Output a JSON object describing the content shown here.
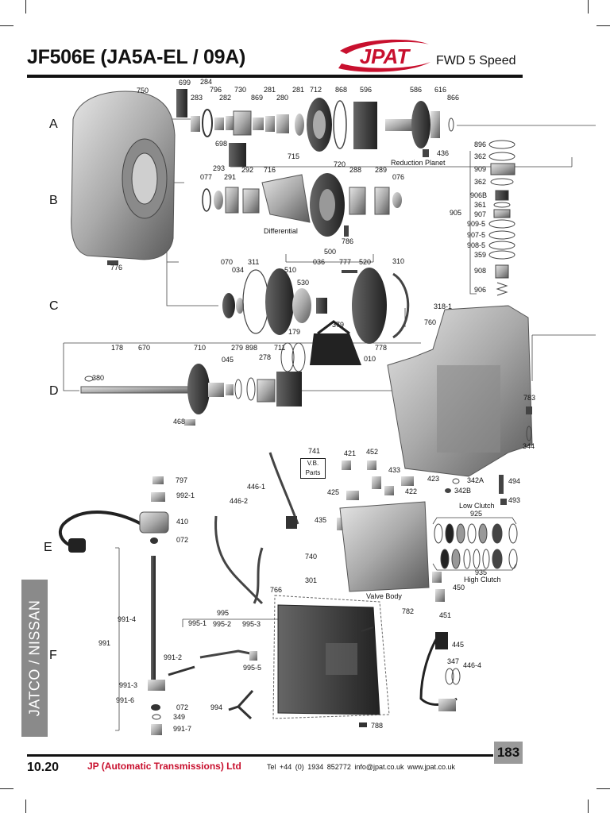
{
  "header": {
    "title": "JF506E (JA5A-EL / 09A)",
    "brand": "JPAT",
    "subtitle": "FWD 5 Speed"
  },
  "row_letters": [
    "A",
    "B",
    "C",
    "D",
    "E",
    "F"
  ],
  "captions": {
    "reduction_planet": "Reduction Planet",
    "differential": "Differential",
    "low_clutch": "Low Clutch",
    "high_clutch": "High Clutch",
    "valve_body": "Valve Body",
    "vb_parts_1": "V.B.",
    "vb_parts_2": "Parts"
  },
  "part_numbers": {
    "p750": "750",
    "p699": "699",
    "p284": "284",
    "p283": "283",
    "p796": "796",
    "p282": "282",
    "p730": "730",
    "p869": "869",
    "p281a": "281",
    "p280": "280",
    "p281b": "281",
    "p712": "712",
    "p868": "868",
    "p596": "596",
    "p586": "586",
    "p616": "616",
    "p866": "866",
    "p698": "698",
    "p436": "436",
    "p715": "715",
    "p293": "293",
    "p077": "077",
    "p291": "291",
    "p292": "292",
    "p716": "716",
    "p720": "720",
    "p288": "288",
    "p289": "289",
    "p076": "076",
    "p786": "786",
    "p776": "776",
    "p896": "896",
    "p362a": "362",
    "p909": "909",
    "p362b": "362",
    "p906B": "906B",
    "p361": "361",
    "p907": "907",
    "p905": "905",
    "p909_5": "909-5",
    "p907_5": "907-5",
    "p908_5": "908-5",
    "p359": "359",
    "p908": "908",
    "p906": "906",
    "p500": "500",
    "p070": "070",
    "p034": "034",
    "p311": "311",
    "p510": "510",
    "p036": "036",
    "p777": "777",
    "p520": "520",
    "p310": "310",
    "p530": "530",
    "p318_1": "318-1",
    "p379": "379",
    "p760": "760",
    "p179": "179",
    "p778": "778",
    "p010": "010",
    "p178": "178",
    "p670": "670",
    "p710": "710",
    "p279": "279",
    "p898": "898",
    "p711": "711",
    "p045": "045",
    "p278": "278",
    "p380": "380",
    "p783": "783",
    "p468": "468",
    "p344": "344",
    "p741": "741",
    "p421": "421",
    "p452": "452",
    "p433": "433",
    "p423": "423",
    "p342A": "342A",
    "p494": "494",
    "p446_1": "446-1",
    "p425": "425",
    "p422": "422",
    "p342B": "342B",
    "p493": "493",
    "p797": "797",
    "p992_1": "992-1",
    "p446_2": "446-2",
    "p925": "925",
    "p410": "410",
    "p435": "435",
    "p072a": "072",
    "p740": "740",
    "p935": "935",
    "p301": "301",
    "p450": "450",
    "p766": "766",
    "p782": "782",
    "p451": "451",
    "p995": "995",
    "p991_4": "991-4",
    "p995_1": "995-1",
    "p995_2": "995-2",
    "p995_3": "995-3",
    "p991": "991",
    "p445": "445",
    "p991_2": "991-2",
    "p995_5": "995-5",
    "p347": "347",
    "p446_4": "446-4",
    "p991_3": "991-3",
    "p991_6": "991-6",
    "p072b": "072",
    "p994": "994",
    "p349": "349",
    "p991_7": "991-7",
    "p788": "788"
  },
  "sidebar": {
    "text": "JATCO / NISSAN"
  },
  "footer": {
    "section": "10.20",
    "company": "JP (Automatic Transmissions) Ltd",
    "contact": "Tel +44 (0) 1934 852772  info@jpat.co.uk  www.jpat.co.uk",
    "page_number": "183"
  },
  "colors": {
    "brand_red": "#c8102e",
    "sidebar_grey": "#8a8a8a",
    "page_num_grey": "#9a9a9a"
  }
}
